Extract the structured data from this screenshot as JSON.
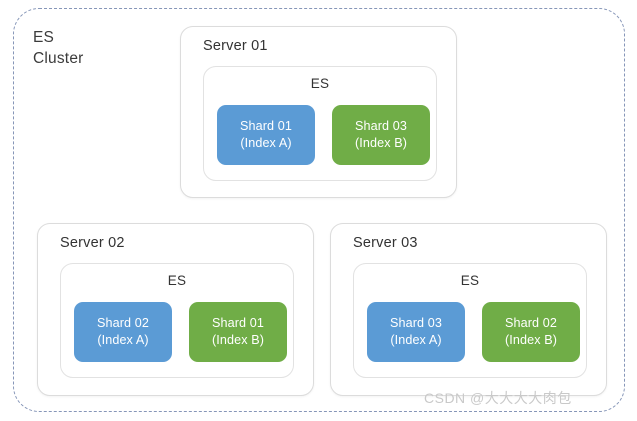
{
  "diagram": {
    "cluster": {
      "label": "ES\nCluster",
      "border_color": "#8696b8",
      "border_style": "dashed"
    },
    "colors": {
      "shard_index_a": "#5b9bd5",
      "shard_index_b": "#70ad47",
      "card_border": "#dcdcdc",
      "text": "#333333"
    },
    "servers": [
      {
        "title": "Server 01",
        "engine_label": "ES",
        "shards": [
          {
            "name": "Shard 01",
            "index": "(Index A)",
            "color_role": "shard_index_a"
          },
          {
            "name": "Shard 03",
            "index": "(Index B)",
            "color_role": "shard_index_b"
          }
        ]
      },
      {
        "title": "Server 02",
        "engine_label": "ES",
        "shards": [
          {
            "name": "Shard 02",
            "index": "(Index A)",
            "color_role": "shard_index_a"
          },
          {
            "name": "Shard 01",
            "index": "(Index B)",
            "color_role": "shard_index_b"
          }
        ]
      },
      {
        "title": "Server 03",
        "engine_label": "ES",
        "shards": [
          {
            "name": "Shard 03",
            "index": "(Index A)",
            "color_role": "shard_index_a"
          },
          {
            "name": "Shard 02",
            "index": "(Index B)",
            "color_role": "shard_index_b"
          }
        ]
      }
    ],
    "watermark": "CSDN @大大大大肉包"
  }
}
